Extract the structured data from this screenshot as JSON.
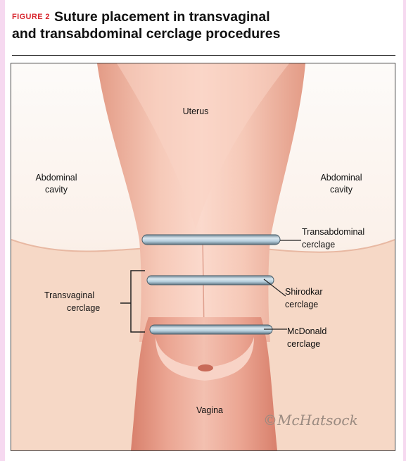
{
  "figure": {
    "label": "FIGURE 2",
    "title_line1": "Suture placement in transvaginal",
    "title_line2": "and transabdominal cerclage procedures"
  },
  "labels": {
    "uterus": "Uterus",
    "abdominal_left_1": "Abdominal",
    "abdominal_left_2": "cavity",
    "abdominal_right_1": "Abdominal",
    "abdominal_right_2": "cavity",
    "transabdominal_1": "Transabdominal",
    "transabdominal_2": "cerclage",
    "transvaginal_1": "Transvaginal",
    "transvaginal_2": "cerclage",
    "shirodkar_1": "Shirodkar",
    "shirodkar_2": "cerclage",
    "mcdonald_1": "McDonald",
    "mcdonald_2": "cerclage",
    "vagina": "Vagina"
  },
  "signature": "©McHatsock",
  "colors": {
    "figure_label": "#d8262e",
    "uterus_tissue": "#f0b6a4",
    "band": "#a9c4d4",
    "background_tissue": "#f6d8c6"
  }
}
